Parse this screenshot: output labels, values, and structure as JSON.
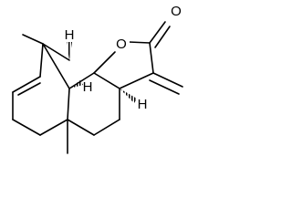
{
  "molecule": {
    "atoms": {
      "ring_oxygen": "O",
      "carbonyl_oxygen": "O",
      "stereo_h_top": "H",
      "stereo_h_bottom_left": "H",
      "stereo_h_right": "H"
    },
    "colors": {
      "ink": "#000000",
      "background": "#ffffff"
    }
  }
}
